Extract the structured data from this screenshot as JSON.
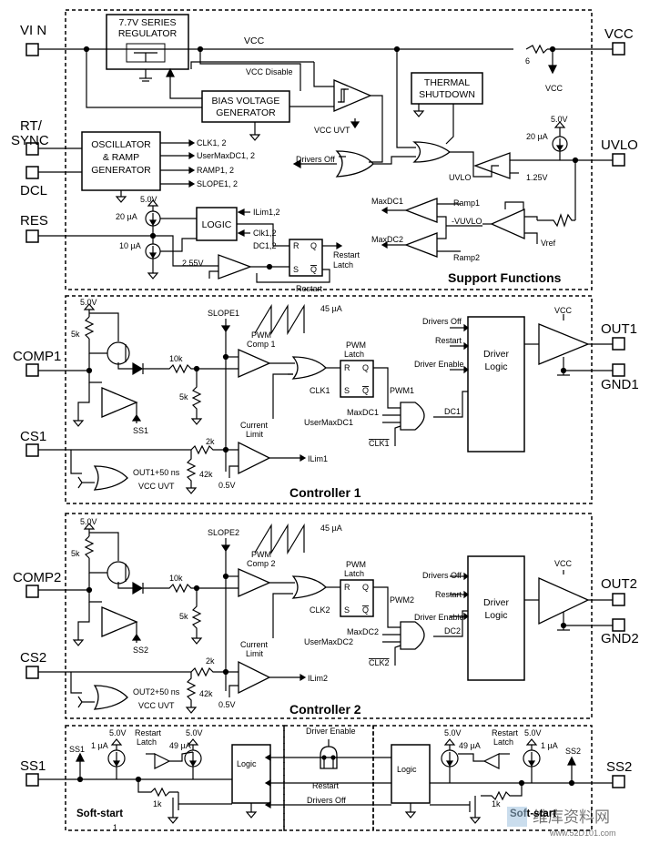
{
  "pins_left": {
    "vin": "VI N",
    "rt_sync_1": "RT/",
    "rt_sync_2": "SYNC",
    "dcl": "DCL",
    "res": "RES",
    "comp1": "COMP1",
    "cs1": "CS1",
    "comp2": "COMP2",
    "cs2": "CS2",
    "ss1": "SS1"
  },
  "pins_right": {
    "vcc": "VCC",
    "uvlo": "UVLO",
    "out1": "OUT1",
    "gnd1": "GND1",
    "out2": "OUT2",
    "gnd2": "GND2",
    "ss2": "SS2"
  },
  "support": {
    "title": "Support Functions",
    "regulator_1": "7.7V SERIES",
    "regulator_2": "REGULATOR",
    "vcc_label": "VCC",
    "vcc_disable": "VCC Disable",
    "resistor_6": "6",
    "vcc_node": "VCC",
    "bias_1": "BIAS VOLTAGE",
    "bias_2": "GENERATOR",
    "thermal_1": "THERMAL",
    "thermal_2": "SHUTDOWN",
    "vcc_uvt": "VCC UVT",
    "v5": "5.0V",
    "i20": "20 µA",
    "drivers_off": "Drivers Off",
    "uvlo_node": "UVLO",
    "v125": "1.25V",
    "osc_1": "OSCILLATOR",
    "osc_2": "& RAMP",
    "osc_3": "GENERATOR",
    "clk12": "CLK1, 2",
    "usermaxdc12": "UserMaxDC1, 2",
    "ramp12": "RAMP1, 2",
    "slope12": "SLOPE1, 2",
    "res_5v": "5.0V",
    "res_20ua": "20 µA",
    "res_10ua": "10 µA",
    "v255": "2.55V",
    "logic": "LOGIC",
    "ilim12": "ILim1,2",
    "clk12b": "Clk1,2",
    "dc12": "DC1,2",
    "latch_r": "R",
    "latch_q": "Q",
    "latch_s": "S",
    "latch_qb": "Q",
    "restart_latch_1": "Restart",
    "restart_latch_2": "Latch",
    "restart": "Restart",
    "maxdc1": "MaxDC1",
    "maxdc2": "MaxDC2",
    "ramp1": "Ramp1",
    "ramp2": "Ramp2",
    "vuvlo": "-VUVLO",
    "vref": "Vref"
  },
  "controller1": {
    "title": "Controller 1",
    "v5": "5.0V",
    "r5k_a": "5k",
    "r10k": "10k",
    "r5k_b": "5k",
    "slope": "SLOPE1",
    "i45": "45 µA",
    "pwm_comp_1": "PWM",
    "pwm_comp_2": "Comp 1",
    "pwm_latch_1": "PWM",
    "pwm_latch_2": "Latch",
    "r": "R",
    "q": "Q",
    "s": "S",
    "qb": "Q",
    "clk": "CLK1",
    "pwm": "PWM1",
    "maxdc": "MaxDC1",
    "usermaxdc": "UserMaxDC1",
    "clkb": "CLK1",
    "dc": "DC1",
    "drivers_off": "Drivers Off",
    "restart": "Restart",
    "driver_enable": "Driver Enable",
    "driver_logic_1": "Driver",
    "driver_logic_2": "Logic",
    "vcc": "VCC",
    "ss": "SS1",
    "r2k": "2k",
    "r42k": "42k",
    "cl_1": "Current",
    "cl_2": "Limit",
    "v05": "0.5V",
    "ilim": "ILim1",
    "out_ns": "OUT1+50 ns",
    "vcc_uvt": "VCC UVT"
  },
  "controller2": {
    "title": "Controller 2",
    "v5": "5.0V",
    "r5k_a": "5k",
    "r10k": "10k",
    "r5k_b": "5k",
    "slope": "SLOPE2",
    "i45": "45 µA",
    "pwm_comp_1": "PWM",
    "pwm_comp_2": "Comp 2",
    "pwm_latch_1": "PWM",
    "pwm_latch_2": "Latch",
    "r": "R",
    "q": "Q",
    "s": "S",
    "qb": "Q",
    "clk": "CLK2",
    "pwm": "PWM2",
    "maxdc": "MaxDC2",
    "usermaxdc": "UserMaxDC2",
    "clkb": "CLK2",
    "dc": "DC2",
    "drivers_off": "Drivers Off",
    "restart": "Restart",
    "driver_enable": "Driver Enable",
    "driver_logic_1": "Driver",
    "driver_logic_2": "Logic",
    "vcc": "VCC",
    "ss": "SS2",
    "r2k": "2k",
    "r42k": "42k",
    "cl_1": "Current",
    "cl_2": "Limit",
    "v05": "0.5V",
    "ilim": "ILim2",
    "out_ns": "OUT2+50 ns",
    "vcc_uvt": "VCC UVT"
  },
  "softstart": {
    "title_left": "Soft-start",
    "title_right": "Soft-start",
    "index": "1",
    "v5": "5.0V",
    "i1ua": "1 µA",
    "restart_latch_1": "Restart",
    "restart_latch_2": "Latch",
    "i49ua": "49 µA",
    "logic": "Logic",
    "r1k": "1k",
    "ss1": "SS1",
    "ss2": "SS2",
    "driver_enable": "Driver Enable",
    "restart": "Restart",
    "drivers_off": "Drivers Off"
  },
  "watermark": {
    "cn": "维库资料网",
    "url": "www.52D101.com"
  }
}
